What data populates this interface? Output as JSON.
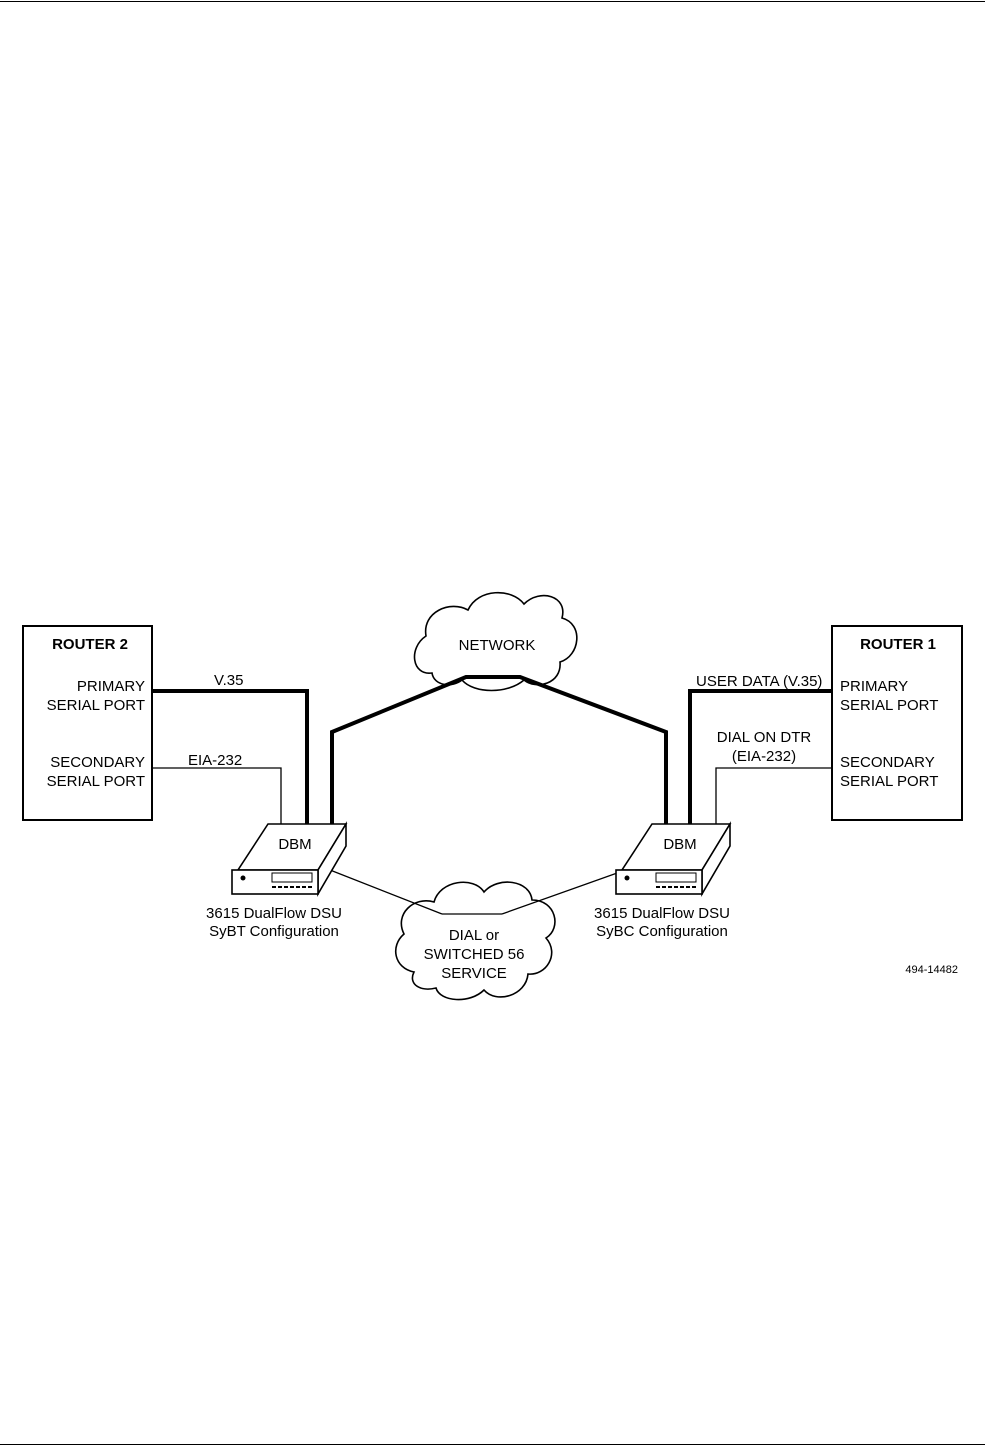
{
  "router2": {
    "title": "ROUTER 2",
    "primary_port_line1": "PRIMARY",
    "primary_port_line2": "SERIAL PORT",
    "secondary_port_line1": "SECONDARY",
    "secondary_port_line2": "SERIAL PORT"
  },
  "router1": {
    "title": "ROUTER 1",
    "primary_port_line1": "PRIMARY",
    "primary_port_line2": "SERIAL PORT",
    "secondary_port_line1": "SECONDARY",
    "secondary_port_line2": "SERIAL PORT"
  },
  "links": {
    "left_primary": "V.35",
    "left_secondary": "EIA-232",
    "right_primary": "USER DATA (V.35)",
    "right_secondary_line1": "DIAL ON DTR",
    "right_secondary_line2": "(EIA-232)"
  },
  "network_cloud": {
    "label": "NETWORK"
  },
  "dial_cloud": {
    "line1": "DIAL or",
    "line2": "SWITCHED 56",
    "line3": "SERVICE"
  },
  "left_dsu": {
    "module": "DBM",
    "model": "3615 DualFlow DSU",
    "configuration": "SyBT Configuration"
  },
  "right_dsu": {
    "module": "DBM",
    "model": "3615 DualFlow DSU",
    "configuration": "SyBC Configuration"
  },
  "figure_id": "494-14482"
}
